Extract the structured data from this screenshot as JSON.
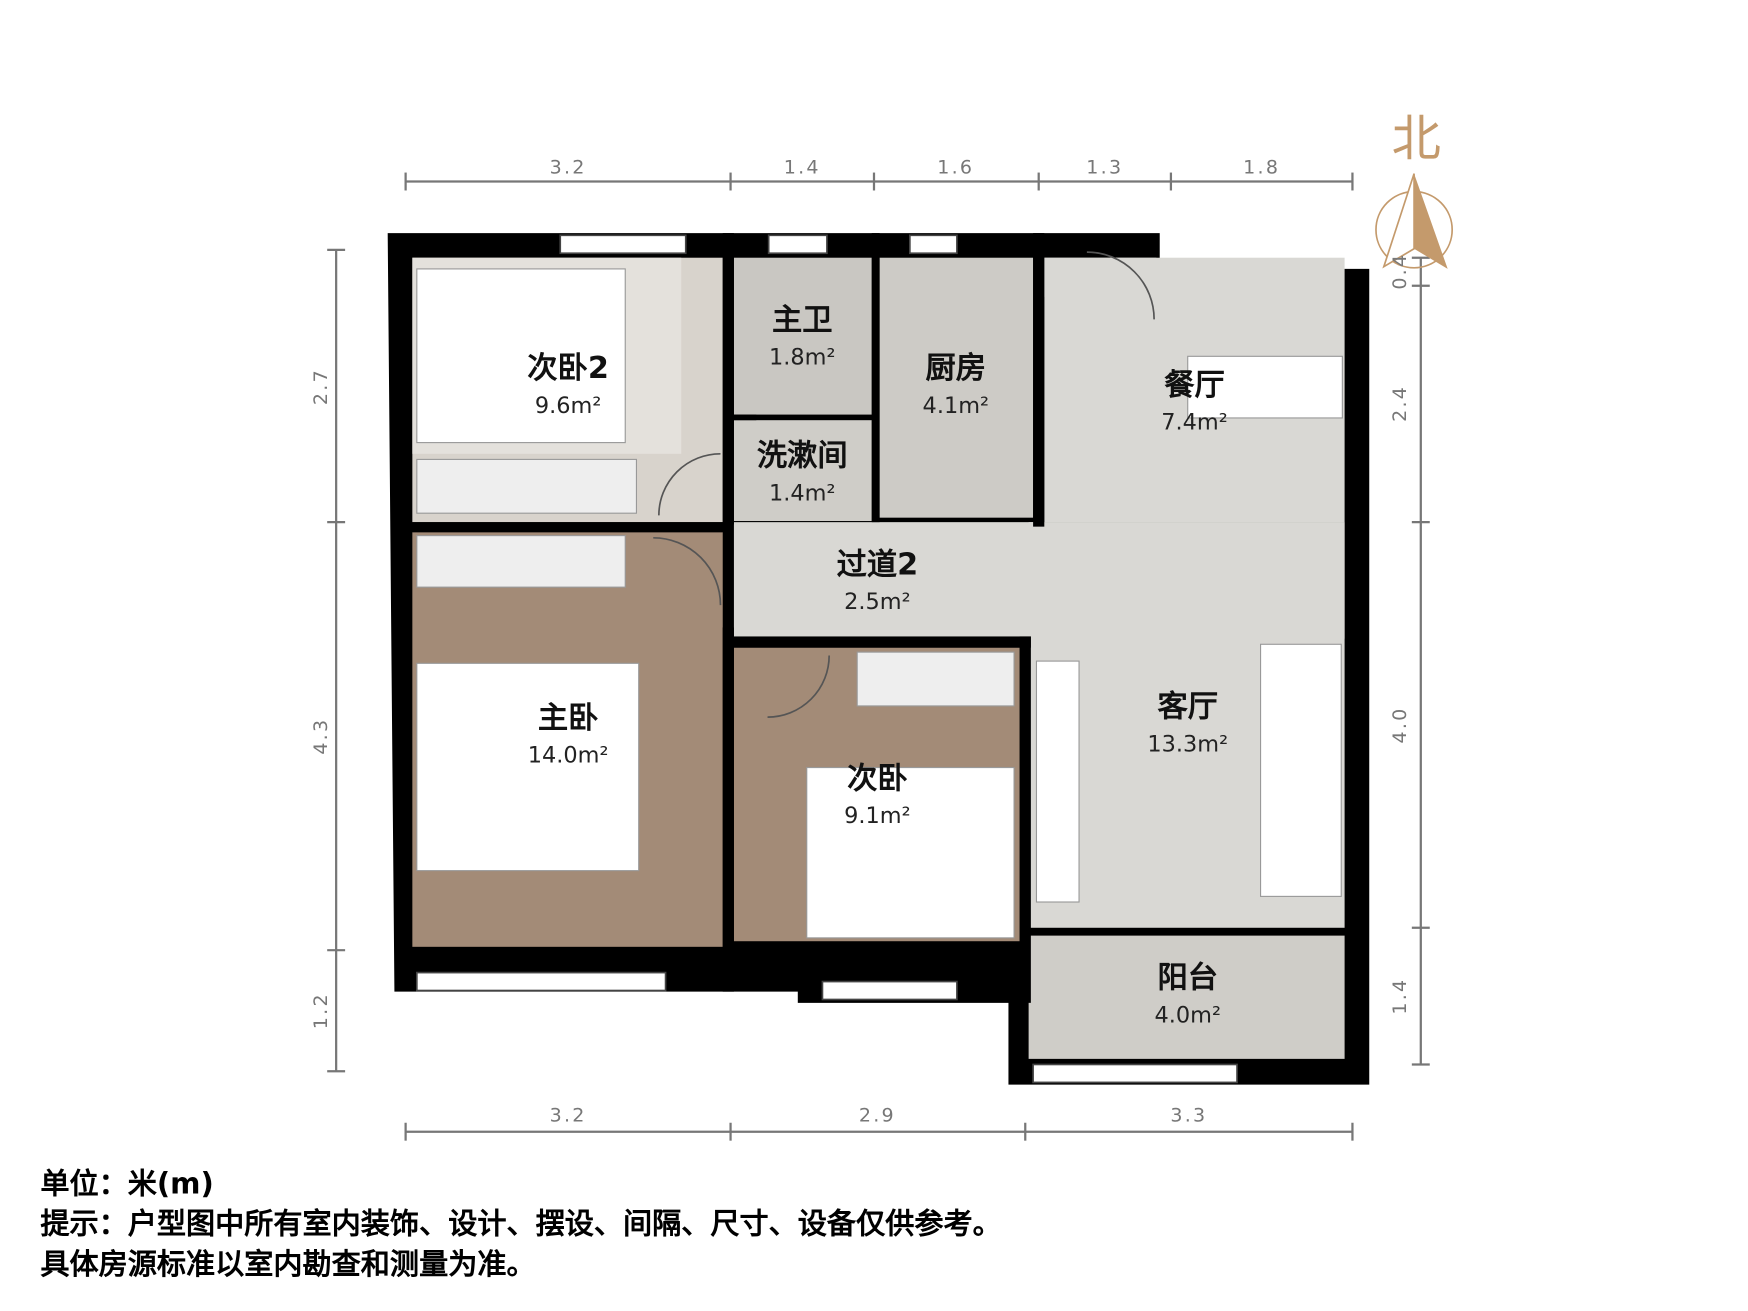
{
  "rooms": [
    {
      "name": "次卧2",
      "area": "9.6m²"
    },
    {
      "name": "主卫",
      "area": "1.8m²"
    },
    {
      "name": "厨房",
      "area": "4.1m²"
    },
    {
      "name": "餐厅",
      "area": "7.4m²"
    },
    {
      "name": "洗漱间",
      "area": "1.4m²"
    },
    {
      "name": "过道2",
      "area": "2.5m²"
    },
    {
      "name": "主卧",
      "area": "14.0m²"
    },
    {
      "name": "次卧",
      "area": "9.1m²"
    },
    {
      "name": "客厅",
      "area": "13.3m²"
    },
    {
      "name": "阳台",
      "area": "4.0m²"
    }
  ],
  "dimensions": {
    "top": [
      "3.2",
      "1.4",
      "1.6",
      "1.3",
      "1.8"
    ],
    "bottom": [
      "3.2",
      "2.9",
      "3.3"
    ],
    "left": [
      "2.7",
      "4.3",
      "1.2"
    ],
    "right": [
      "0.4",
      "2.4",
      "4.0",
      "1.4"
    ]
  },
  "compass": {
    "label": "北",
    "color": "#c49a6c"
  },
  "colors": {
    "wall": "#000000",
    "tile": "#d9d8d4",
    "wood": "#a38b77"
  },
  "notes": {
    "unit": "单位：米(m)",
    "line1": "提示：户型图中所有室内装饰、设计、摆设、间隔、尺寸、设备仅供参考。",
    "line2": "具体房源标准以室内勘查和测量为准。"
  }
}
